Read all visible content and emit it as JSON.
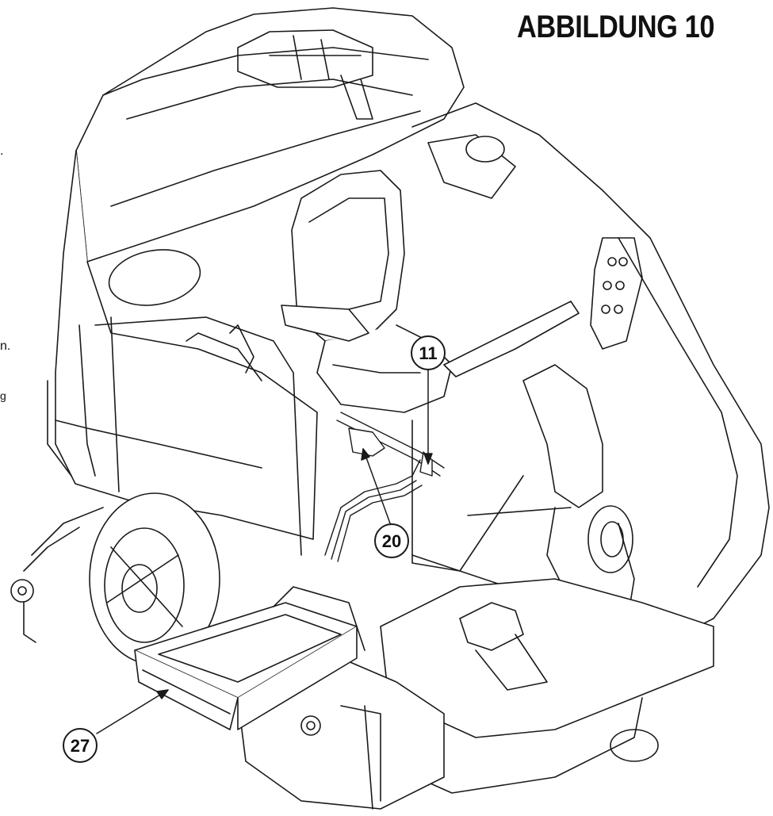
{
  "figure": {
    "title": "ABBILDUNG 10"
  },
  "text_fragments": [
    ".",
    "n.",
    "g"
  ],
  "callouts": [
    {
      "label": "11"
    },
    {
      "label": "20"
    },
    {
      "label": "27"
    }
  ],
  "colors": {
    "line": "#1a1a1a",
    "fill": "#ffffff"
  }
}
